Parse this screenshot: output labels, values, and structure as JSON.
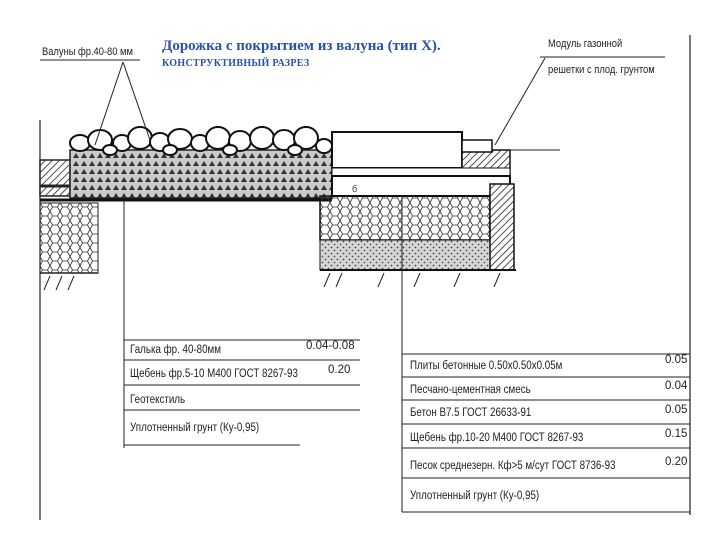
{
  "title": "Дорожка с покрытием из валуна (тип Х).",
  "subtitle": "КОНСТРУКТИВНЫЙ РАЗРЕЗ",
  "callout_left": "Валуны фр.40-80 мм",
  "callout_right_line1": "Модуль газонной",
  "callout_right_line2": "решетки с плод. грунтом",
  "left_layers": [
    {
      "label": "Галька фр. 40-80мм",
      "value": "0.04-0.08"
    },
    {
      "label": "Щебень фр.5-10 М400 ГОСТ 8267-93",
      "value": "0.20"
    },
    {
      "label": "Геотекстиль",
      "value": ""
    },
    {
      "label": "Уплотненный грунт (Ку-0,95)",
      "value": ""
    }
  ],
  "right_layers": [
    {
      "label": "Плиты бетонные 0.50х0.50х0.05м",
      "value": "0.05"
    },
    {
      "label": "Песчано-цементная смесь",
      "value": "0.04"
    },
    {
      "label": "Бетон В7.5 ГОСТ 26633-91",
      "value": "0.05"
    },
    {
      "label": "Щебень фр.10-20 М400 ГОСТ 8267-93",
      "value": "0.15"
    },
    {
      "label": "Песок среднезерн. Кф>5 м/сут ГОСТ 8736-93",
      "value": "0.20"
    },
    {
      "label": "Уплотненный грунт (Ку-0,95)",
      "value": ""
    }
  ]
}
